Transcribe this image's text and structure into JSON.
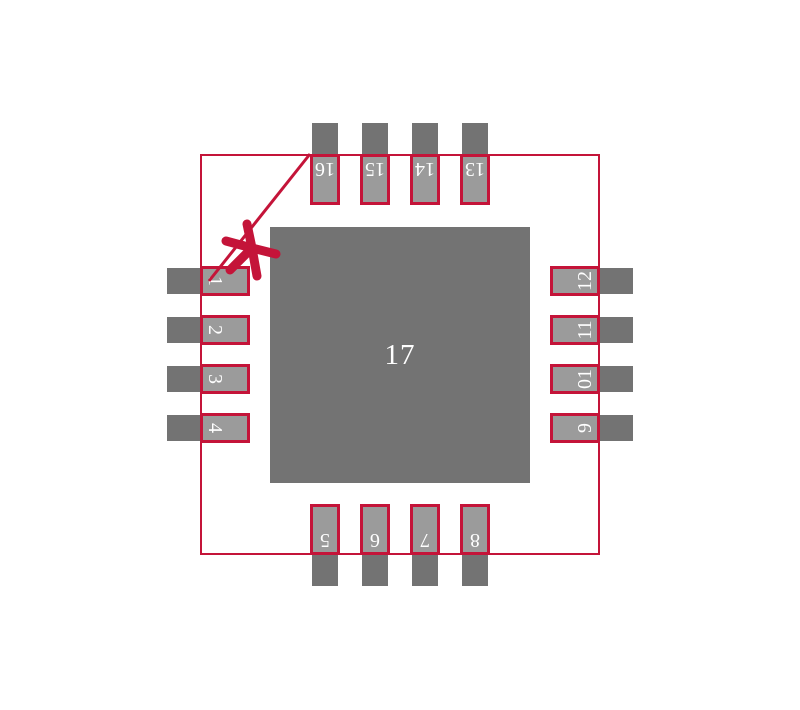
{
  "figure": {
    "description": "IC package land pattern / PCB footprint, 16-pin quad flat no-lead (QFN) with exposed center thermal pad",
    "pin1_marker": "asterisk",
    "pin1_indicator": "diagonal chamfer line at top-left corner"
  },
  "colors": {
    "background": "#ffffff",
    "pad_fill": "#9b9b9b",
    "terminal_fill": "#737373",
    "center_pad_fill": "#737373",
    "outline_red": "#c41439",
    "label_text": "#ffffff"
  },
  "pads": {
    "top": [
      {
        "pin": "16",
        "display": "16"
      },
      {
        "pin": "15",
        "display": "15"
      },
      {
        "pin": "14",
        "display": "14"
      },
      {
        "pin": "13",
        "display": "13"
      }
    ],
    "right": [
      {
        "pin": "12",
        "display": "12"
      },
      {
        "pin": "11",
        "display": "11"
      },
      {
        "pin": "10",
        "display": "01"
      },
      {
        "pin": "9",
        "display": "9"
      }
    ],
    "bottom": [
      {
        "pin": "5",
        "display": "5"
      },
      {
        "pin": "6",
        "display": "6"
      },
      {
        "pin": "7",
        "display": "7"
      },
      {
        "pin": "8",
        "display": "8"
      }
    ],
    "left": [
      {
        "pin": "1",
        "display": "1"
      },
      {
        "pin": "2",
        "display": "2"
      },
      {
        "pin": "3",
        "display": "3"
      },
      {
        "pin": "4",
        "display": "4"
      }
    ],
    "center": {
      "pin": "17",
      "display": "17"
    }
  }
}
